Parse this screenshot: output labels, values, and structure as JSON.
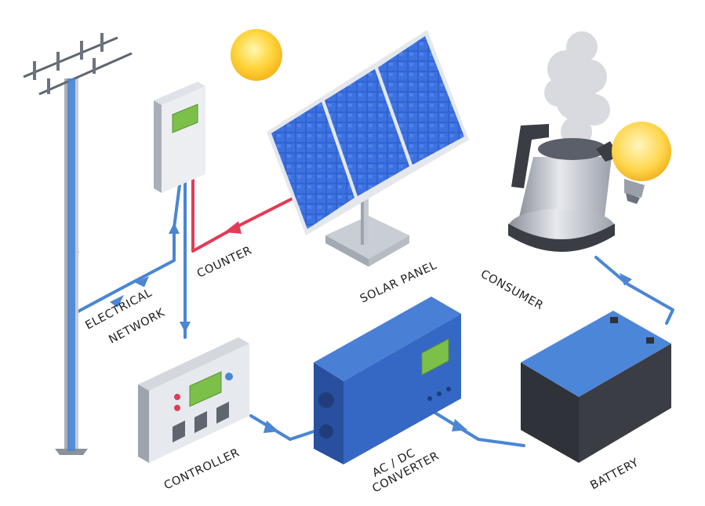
{
  "diagram": {
    "labels": {
      "counter": "COUNTER",
      "solar_panel": "SOLAR PANEL",
      "consumer": "CONSUMER",
      "electrical_network_1": "ELECTRICAL",
      "electrical_network_2": "NETWORK",
      "controller": "CONTROLLER",
      "converter_1": "AC / DC",
      "converter_2": "CONVERTER",
      "battery": "BATTERY"
    },
    "components": [
      {
        "name": "power-pole",
        "icon": "utility-pole-icon"
      },
      {
        "name": "counter",
        "icon": "electric-meter-icon"
      },
      {
        "name": "sun",
        "icon": "sun-icon"
      },
      {
        "name": "solar-panel",
        "icon": "solar-panel-icon"
      },
      {
        "name": "kettle",
        "icon": "kettle-icon"
      },
      {
        "name": "light-bulb",
        "icon": "light-bulb-icon"
      },
      {
        "name": "controller",
        "icon": "charge-controller-icon"
      },
      {
        "name": "converter",
        "icon": "inverter-icon"
      },
      {
        "name": "battery",
        "icon": "battery-icon"
      }
    ],
    "colors": {
      "wire_blue": "#4a86d4",
      "wire_red": "#e23b55",
      "panel_blue": "#2f5fd0",
      "device_blue": "#3568c4",
      "screen_green": "#7cc04a",
      "sun_yellow": "#ffc928",
      "battery_dark": "#3a3d44",
      "battery_top": "#4c86d8"
    }
  }
}
